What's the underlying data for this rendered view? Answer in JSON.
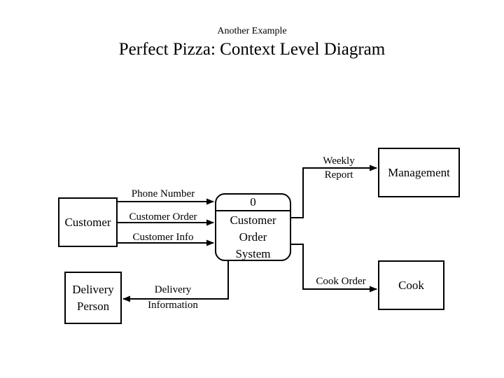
{
  "slide": {
    "subtitle": "Another Example",
    "title": "Perfect Pizza: Context Level Diagram"
  },
  "diagram": {
    "process": {
      "number": "0",
      "name": "Customer Order System"
    },
    "entities": {
      "customer": "Customer",
      "delivery_person": "Delivery Person",
      "management": "Management",
      "cook": "Cook"
    },
    "flows": {
      "phone_number": "Phone Number",
      "customer_order": "Customer Order",
      "customer_info": "Customer Info",
      "weekly_report": "Weekly Report",
      "cook_order": "Cook Order",
      "delivery_information": "Delivery Information"
    },
    "colors": {
      "line": "#000000",
      "text": "#000000",
      "background": "#ffffff"
    }
  }
}
